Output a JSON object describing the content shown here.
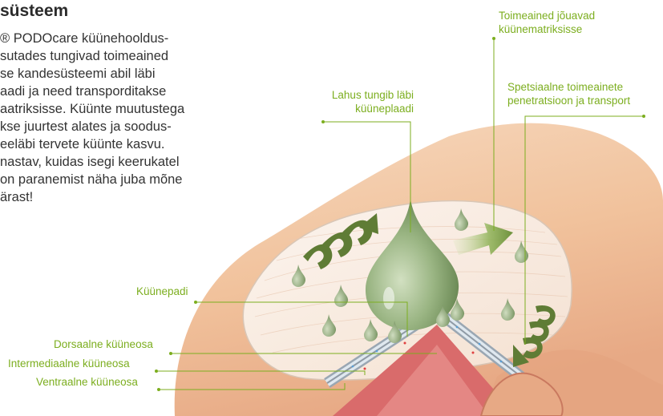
{
  "heading": "süsteem",
  "body_lines": [
    "® PODOcare küünehooldus-",
    "sutades tungivad toimeained",
    "se kandesüsteemi abil läbi",
    "aadi ja need transporditakse",
    "aatriksisse. Küünte muutustega",
    "kse juurtest alates ja soodus-",
    "eeläbi tervete küünte kasvu.",
    "nastav, kuidas isegi keerukatel",
    "on paranemist näha juba mõne",
    "ärast!"
  ],
  "labels": {
    "toimeained_1": "Toimeained jõuavad",
    "toimeained_2": "küünematriksisse",
    "spets_1": "Spetsiaalne toimeainete",
    "spets_2": "penetratsioon ja transport",
    "lahus_1": "Lahus tungib läbi",
    "lahus_2": "küüneplaadi",
    "kuunepadi": "Küünepadi",
    "dorsaalne": "Dorsaalne küüneosa",
    "intermediaalne": "Intermediaalne küüneosa",
    "ventraalne": "Ventraalne küüneosa"
  },
  "colors": {
    "label_green": "#7cae1f",
    "drop_green": "#7d9c64",
    "skin": "#f2c9a6"
  }
}
